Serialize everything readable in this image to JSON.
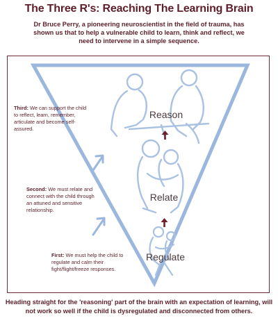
{
  "header": {
    "title": "The Three R's: Reaching The Learning Brain",
    "intro": "Dr Bruce Perry, a pioneering neuroscientist in the field of trauma, has shown us that to help a vulnerable child to learn, think and reflect, we need to intervene in a simple sequence."
  },
  "steps": [
    {
      "lead": "Third:",
      "text": " We can support the child to reflect, learn, remember, articulate and become self-assured.",
      "stage": "Reason"
    },
    {
      "lead": "Second:",
      "text": " We must relate and connect with the child through an attuned and sensitive relationship.",
      "stage": "Relate"
    },
    {
      "lead": "First:",
      "text": " We must help the child to regulate and calm their fight/flight/freeze responses.",
      "stage": "Regulate"
    }
  ],
  "footer": {
    "text": "Heading straight for the 'reasoning' part of the brain with an expectation of learning, will not work so well if the child is dysregulated and disconnected from others."
  },
  "colors": {
    "maroon": "#5e1f2a",
    "triangle": "#9bb7dd",
    "figure": "#a9c1e2",
    "arrow_dark": "#6d1f2b"
  },
  "icons": [
    "up-arrow-icon",
    "figure-reason",
    "figure-relate",
    "figure-regulate"
  ]
}
